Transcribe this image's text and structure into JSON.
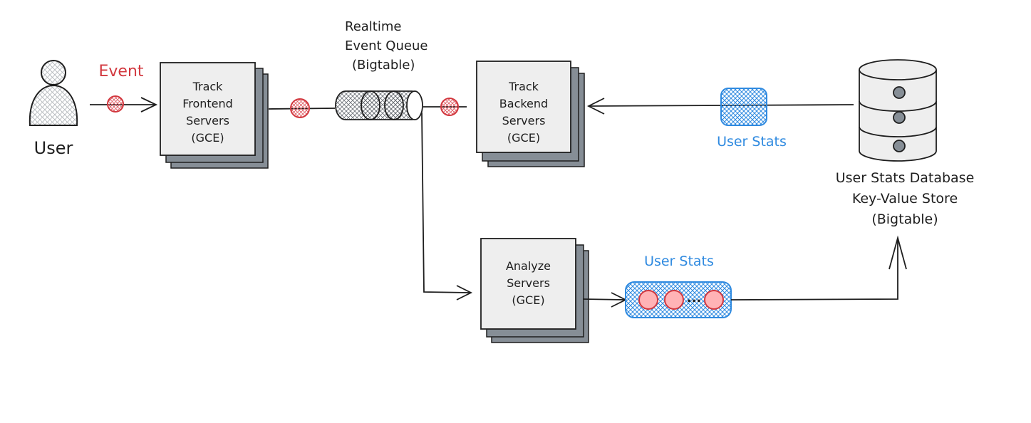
{
  "user": {
    "label": "User"
  },
  "event": {
    "label": "Event"
  },
  "track_frontend": {
    "lines": [
      "Track",
      "Frontend",
      "Servers",
      "(GCE)"
    ]
  },
  "event_queue": {
    "lines": [
      "Realtime",
      "Event Queue",
      "(Bigtable)"
    ]
  },
  "track_backend": {
    "lines": [
      "Track",
      "Backend",
      "Servers",
      "(GCE)"
    ]
  },
  "user_stats_top": {
    "label": "User Stats"
  },
  "database": {
    "lines": [
      "User Stats Database",
      "Key-Value Store",
      "(Bigtable)"
    ]
  },
  "analyze": {
    "lines": [
      "Analyze",
      "Servers",
      "(GCE)"
    ]
  },
  "user_stats_bottom": {
    "label": "User Stats"
  },
  "ellipsis": "...",
  "colors": {
    "event_red": "#d2383f",
    "stats_blue": "#2f8ae0",
    "stroke": "#1e1e1e",
    "box_fill": "#eeeeee",
    "stack_fill": "#868e96"
  }
}
